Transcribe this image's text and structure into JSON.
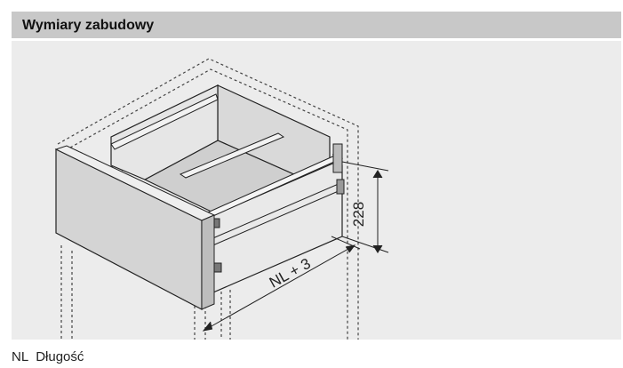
{
  "header": {
    "title": "Wymiary zabudowy"
  },
  "drawing": {
    "dimension_height": "228",
    "dimension_width": "NL + 3"
  },
  "legend": {
    "abbr": "NL",
    "text": "Długość"
  },
  "colors": {
    "header_bg": "#c8c8c8",
    "canvas_bg": "#ececec",
    "front_panel": "#d4d4d4",
    "line": "#222222",
    "dashed": "#444444"
  }
}
